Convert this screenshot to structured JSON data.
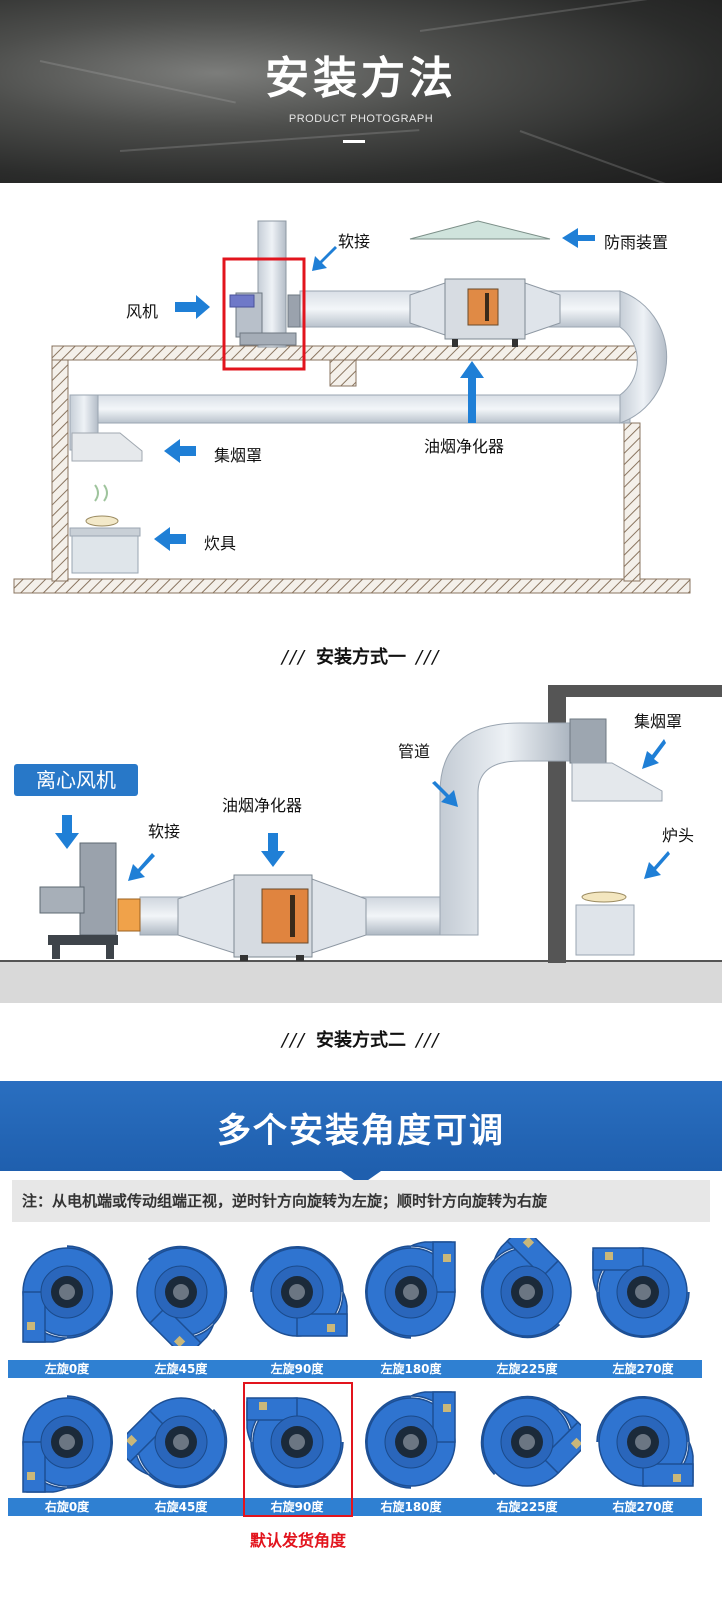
{
  "header": {
    "title": "安装方法",
    "subtitle": "PRODUCT PHOTOGRAPH"
  },
  "diagram1": {
    "labels": {
      "fan": "风机",
      "soft_joint": "软接",
      "rain_guard": "防雨装置",
      "hood": "集烟罩",
      "purifier": "油烟净化器",
      "stove": "炊具"
    },
    "caption": "安装方式一"
  },
  "diagram2": {
    "badge": "离心风机",
    "labels": {
      "pipe": "管道",
      "hood": "集烟罩",
      "purifier": "油烟净化器",
      "soft_joint": "软接",
      "burner": "炉头"
    },
    "caption": "安装方式二"
  },
  "angles": {
    "title": "多个安装角度可调",
    "note": "注：从电机端或传动组端正视，逆时针方向旋转为左旋；顺时针方向旋转为右旋",
    "left_row": [
      "左旋0度",
      "左旋45度",
      "左旋90度",
      "左旋180度",
      "左旋225度",
      "左旋270度"
    ],
    "right_row": [
      "右旋0度",
      "右旋45度",
      "右旋90度",
      "右旋180度",
      "右旋225度",
      "右旋270度"
    ],
    "default_label": "默认发货角度"
  },
  "colors": {
    "accent_blue": "#2878c8",
    "arrow_blue": "#1f7fd6",
    "highlight_red": "#e2141d",
    "fan_blue": "#2f74d0"
  },
  "caption_decoration": "///"
}
